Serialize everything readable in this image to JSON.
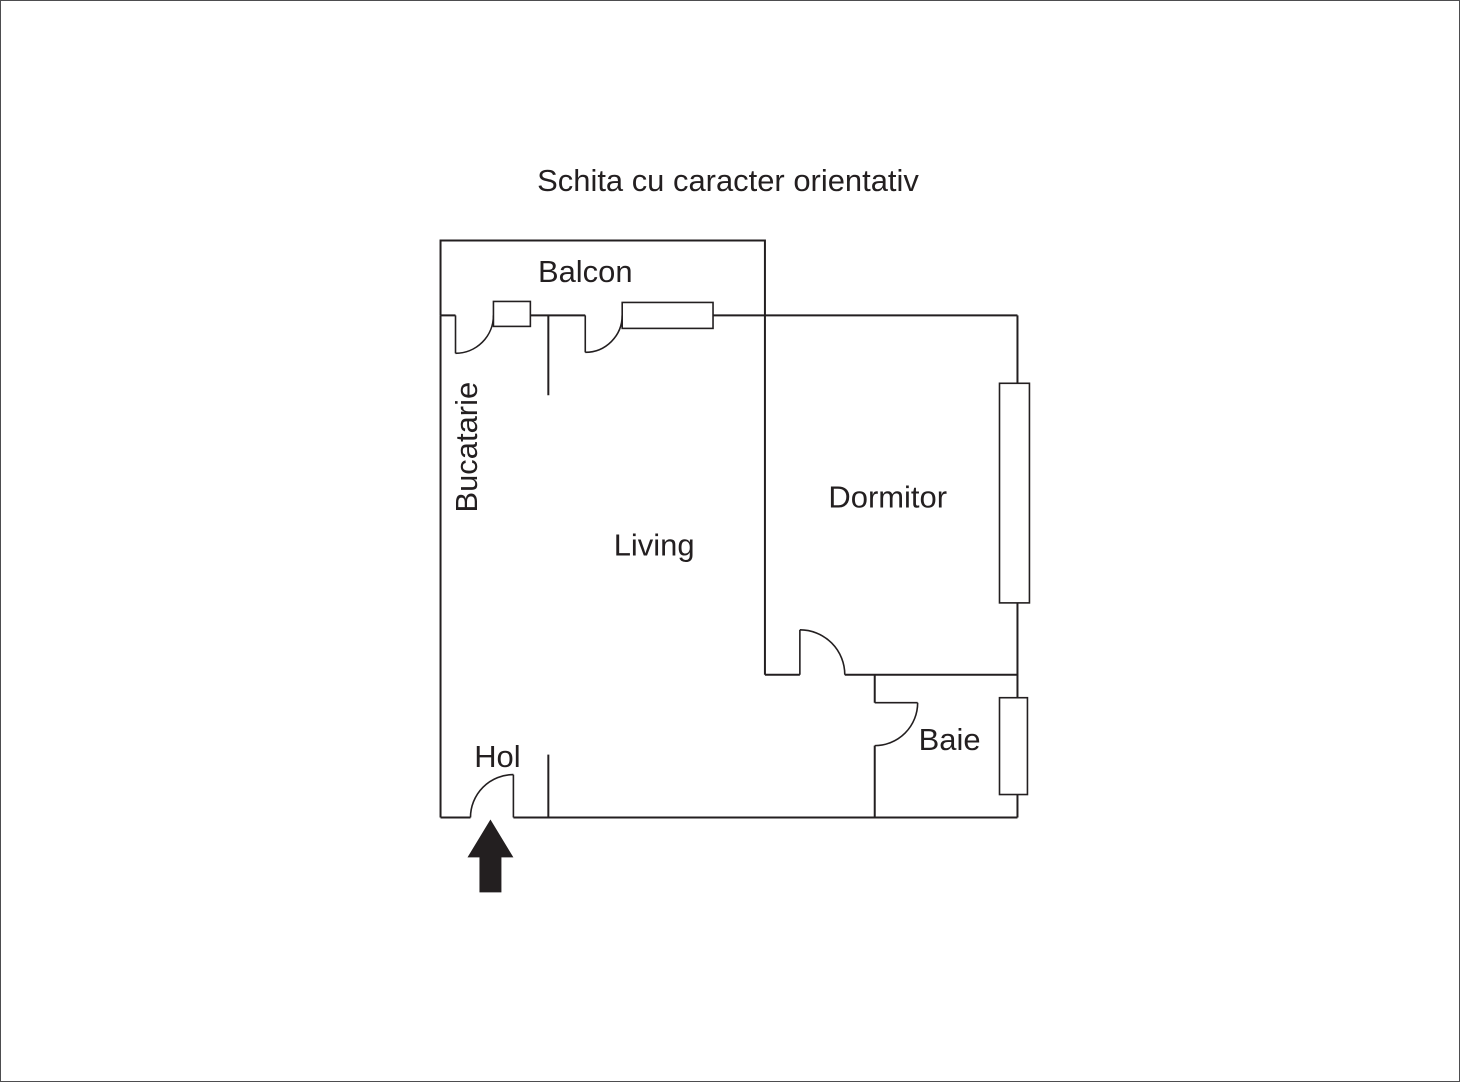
{
  "page": {
    "title": "Schita cu caracter orientativ"
  },
  "floorplan": {
    "rooms": {
      "balcon": {
        "label": "Balcon"
      },
      "bucatarie": {
        "label": "Bucatarie"
      },
      "living": {
        "label": "Living"
      },
      "dormitor": {
        "label": "Dormitor"
      },
      "baie": {
        "label": "Baie"
      },
      "hol": {
        "label": "Hol"
      }
    },
    "colors": {
      "line": "#231f20",
      "text": "#231f20",
      "background": "#ffffff",
      "outer_border": "#4d4d4f",
      "entrance_arrow": "#231f20"
    }
  }
}
